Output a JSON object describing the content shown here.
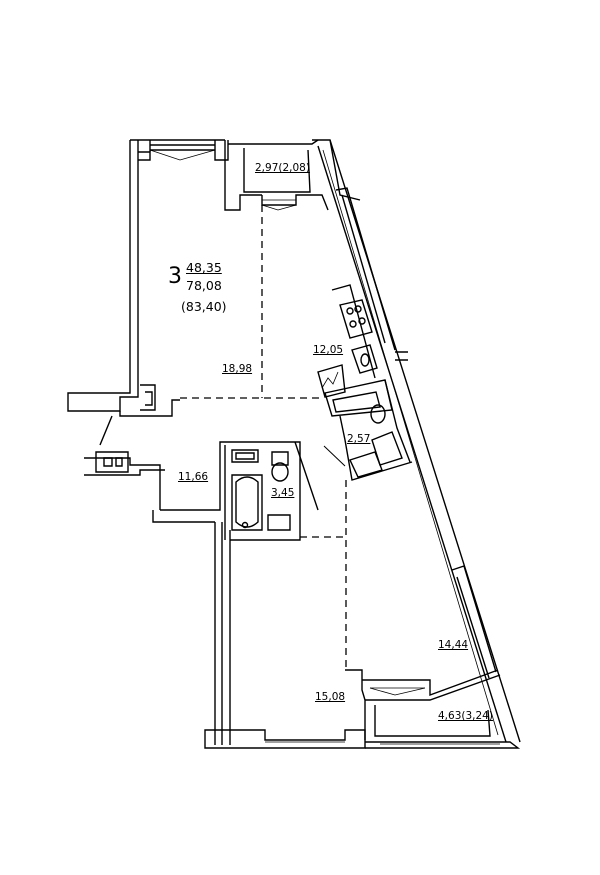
{
  "apartment": {
    "rooms": "3",
    "living_area": "48,35",
    "total_area": "78,08",
    "area_with_balconies": "(83,40)"
  },
  "rooms": [
    {
      "id": "balcony-top",
      "label": "2,97(2,08)"
    },
    {
      "id": "living-room",
      "label": "18,98"
    },
    {
      "id": "kitchen",
      "label": "12,05"
    },
    {
      "id": "bathroom-small",
      "label": "2,57"
    },
    {
      "id": "hallway",
      "label": "11,66"
    },
    {
      "id": "bathroom",
      "label": "3,45"
    },
    {
      "id": "bedroom-right",
      "label": "14,44"
    },
    {
      "id": "bedroom-bottom",
      "label": "15,08"
    },
    {
      "id": "balcony-bottom",
      "label": "4,63(3,24)"
    }
  ]
}
